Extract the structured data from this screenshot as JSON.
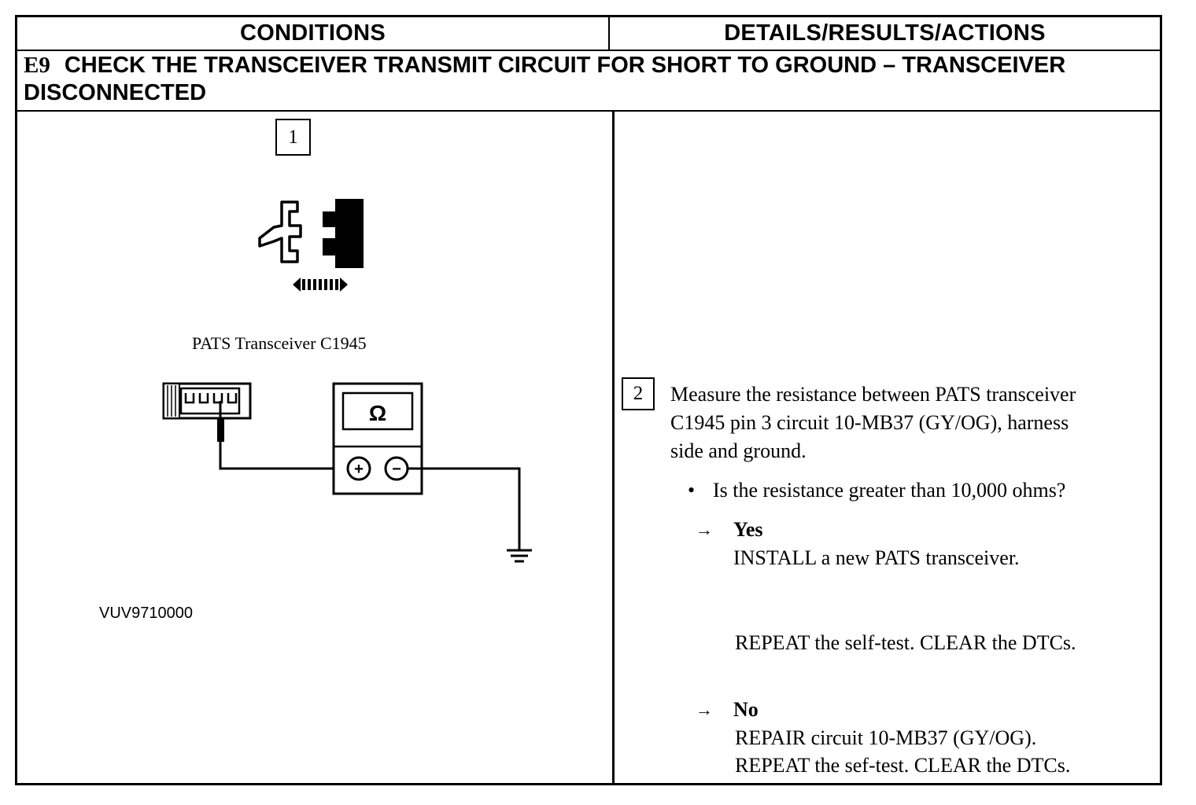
{
  "header": {
    "conditions": "CONDITIONS",
    "details": "DETAILS/RESULTS/ACTIONS"
  },
  "title": {
    "code": "E9",
    "text": "CHECK THE TRANSCEIVER TRANSMIT CIRCUIT FOR SHORT TO GROUND – TRANSCEIVER DISCONNECTED"
  },
  "left": {
    "step1_number": "1",
    "connector_caption": "PATS Transceiver C1945",
    "meter_symbol": "Ω",
    "meter_plus": "+",
    "meter_minus": "−",
    "figure_code": "VUV9710000"
  },
  "right": {
    "step2_number": "2",
    "instruction_lines": [
      "Measure the resistance between PATS transceiver",
      "C1945 pin 3 circuit 10-MB37 (GY/OG), harness",
      "side and ground."
    ],
    "question": "Is the resistance greater than 10,000 ohms?",
    "bullet": "•",
    "yes": {
      "arrow": "→",
      "label": "Yes",
      "lines": [
        "INSTALL a new PATS transceiver."
      ],
      "followup": "REPEAT the self-test. CLEAR the DTCs."
    },
    "no": {
      "arrow": "→",
      "label": "No",
      "lines": [
        "REPAIR circuit 10-MB37 (GY/OG).",
        "REPEAT the sef-test. CLEAR the DTCs."
      ]
    }
  }
}
